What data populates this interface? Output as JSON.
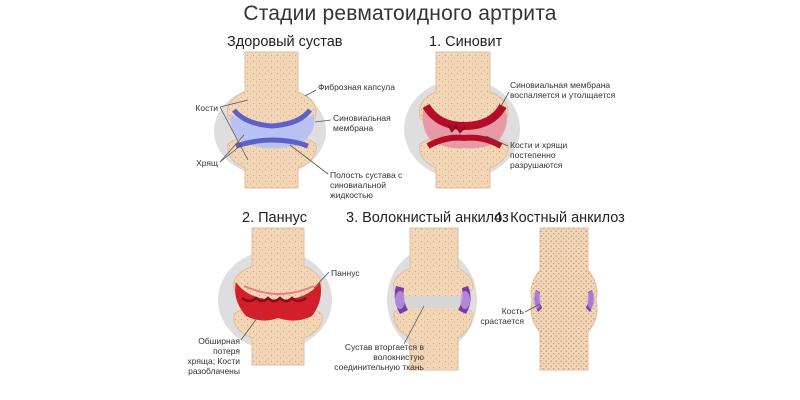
{
  "title": "Стадии ревматоидного артрита",
  "stages": [
    {
      "title": "Здоровый сустав",
      "labels": {
        "fibrous_capsule": "Фиброзная капсула",
        "bones": "Кости",
        "synovial_membrane": "Синовиальная мембрана",
        "cartilage": "Хрящ",
        "joint_cavity": "Полость сустава с синовиальной жидкостью"
      }
    },
    {
      "title": "1. Синовит",
      "labels": {
        "membrane_inflamed": "Синовиальная мембрана воспаляется и утолщается",
        "destroyed": "Кости и хрящи постепенно разрушаются"
      }
    },
    {
      "title": "2. Паннус",
      "labels": {
        "pannus": "Паннус",
        "loss": "Обширная потеря хряща; Кости разоблачены"
      }
    },
    {
      "title": "3. Волокнистый анкилоз",
      "labels": {
        "fibrous": "Сустав вторгается в волокнистую соединительную ткань"
      }
    },
    {
      "title": "4. Костный анкилоз",
      "labels": {
        "fused": "Кость срастается"
      }
    }
  ],
  "colors": {
    "bone": "#f3d6b6",
    "bone_dots": "#c9a27f",
    "capsule": "#dcdcdc",
    "cartilage_blue": "#6a6fd6",
    "fluid_blue": "#b8c0f0",
    "inflamed_red": "#c8102e",
    "pannus_red": "#d21f2a",
    "fibrous_purple": "#7a3ab0"
  }
}
